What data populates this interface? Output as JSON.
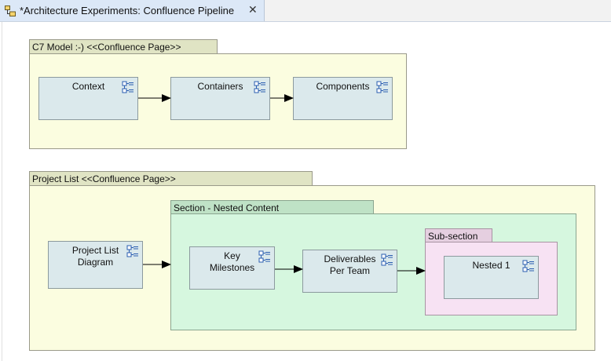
{
  "tab": {
    "title": "*Architecture Experiments: Confluence Pipeline",
    "close": "✕"
  },
  "frames": {
    "c7": {
      "label": "C7 Model :-)  <<Confluence Page>>"
    },
    "project": {
      "label": "Project List  <<Confluence Page>>"
    },
    "section": {
      "label": "Section - Nested Content"
    },
    "subsection": {
      "label": "Sub-section"
    }
  },
  "nodes": {
    "context": "Context",
    "containers": "Containers",
    "components": "Components",
    "project_list_diagram": "Project List\nDiagram",
    "key_milestones": "Key\nMilestones",
    "deliverables": "Deliverables\nPer Team",
    "nested1": "Nested 1"
  },
  "colors": {
    "page_frame": "#fbfde0",
    "section_frame": "#d6f7df",
    "subsection_frame": "#f7e2f3",
    "node_fill": "#dbe9ec"
  },
  "icons": {
    "tab": "diagram-icon",
    "node": "structure-icon"
  }
}
